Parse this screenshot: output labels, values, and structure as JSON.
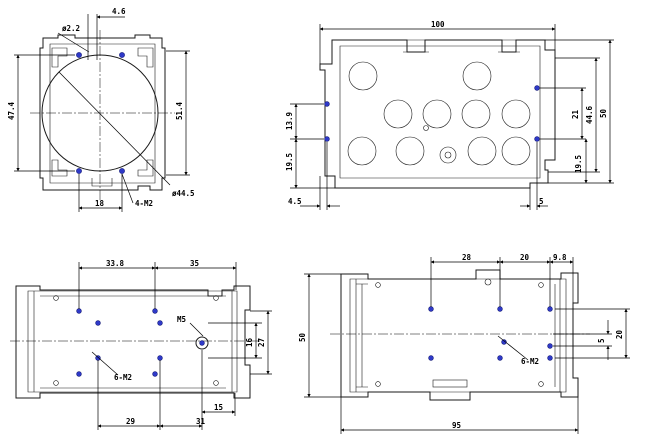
{
  "colors": {
    "line": "#1a1a1a",
    "mount_hole": "#2e39c8",
    "background": "#ffffff"
  },
  "views": {
    "front": {
      "dims": {
        "d22": "ø2.2",
        "d46": "4.6",
        "d474": "47.4",
        "d514": "51.4",
        "d18": "18",
        "m2": "4-M2",
        "d445": "ø44.5"
      }
    },
    "side": {
      "dims": {
        "d100": "100",
        "d50": "50",
        "d446": "44.6",
        "d21": "21",
        "d139": "13.9",
        "d195l": "19.5",
        "d195r": "19.5",
        "d45": "4.5",
        "d5": "5"
      }
    },
    "bottom": {
      "dims": {
        "d338": "33.8",
        "d35": "35",
        "m5": "M5",
        "d16": "16",
        "d27": "27",
        "m2": "6-M2",
        "d29": "29",
        "d31": "31",
        "d15": "15"
      }
    },
    "top": {
      "dims": {
        "d28": "28",
        "d20": "20",
        "d98": "9.8",
        "d50": "50",
        "d20r": "20",
        "d5": "5",
        "m2": "6-M2",
        "d95": "95"
      }
    }
  }
}
